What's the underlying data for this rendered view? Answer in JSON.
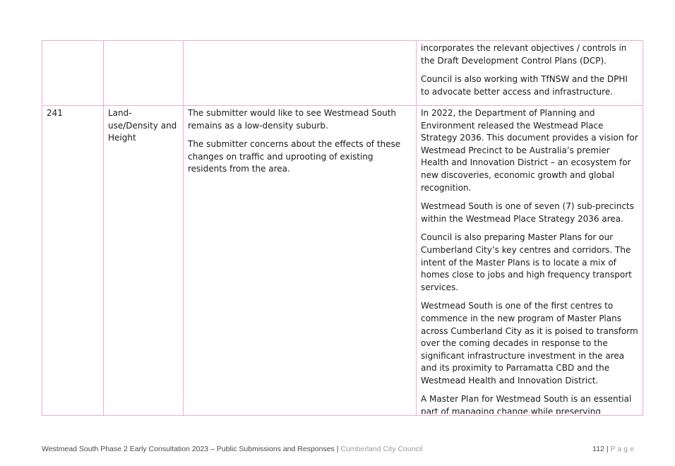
{
  "table": {
    "continued_row": {
      "response": [
        "incorporates the relevant objectives / controls in the Draft Development Control Plans (DCP).",
        "Council is also working with TfNSW and the DPHI to advocate better access and infrastructure."
      ]
    },
    "row_241": {
      "number": "241",
      "category": "Land-use/Density and Height",
      "submission": [
        "The submitter would like to see Westmead South remains as a low-density suburb.",
        "The submitter concerns about the effects of these changes on traffic and uprooting of existing residents from the area."
      ],
      "response": [
        "In 2022, the Department of Planning and Environment released the Westmead Place Strategy 2036. This document provides a vision for Westmead Precinct to be Australia’s premier Health and Innovation District – an ecosystem for new discoveries, economic growth and global recognition.",
        "Westmead South is one of seven (7) sub-precincts within the Westmead Place Strategy 2036 area.",
        "Council is also preparing Master Plans for our Cumberland City’s key centres and corridors. The intent of the Master Plans is to locate a mix of homes close to jobs and high frequency transport services.",
        "Westmead South is one of the first centres to commence in the new program of Master Plans across Cumberland City as it is poised to transform over the coming decades in response to the significant infrastructure investment in the area and its proximity to Parramatta CBD and the Westmead Health and Innovation District.",
        "A Master Plan for Westmead South is an essential part of managing change while preserving character and delivering amenity. If we plan for these things now, with good urban design principles and a clear strategy for growth we can ensure that Westmead South continues"
      ]
    }
  },
  "footer": {
    "document_title": "Westmead South Phase 2 Early Consultation 2023 – Public Submissions and Responses",
    "separator": " | ",
    "organisation": "Cumberland City Council",
    "page_number": "112",
    "page_separator": " | ",
    "page_word": "Page"
  },
  "colors": {
    "table_border": "#f2a9d4",
    "footer_grey": "#9b9b9b"
  }
}
